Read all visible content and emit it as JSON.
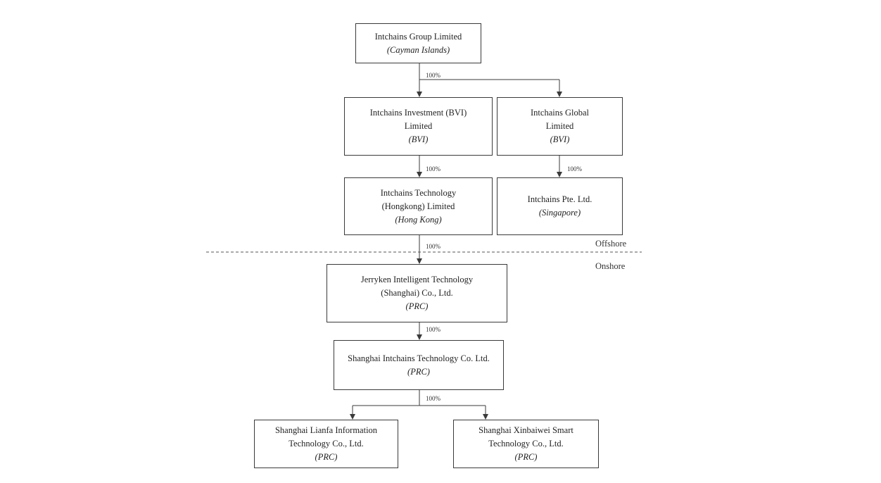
{
  "entities": {
    "cayman": {
      "name": "Intchains Group Limited",
      "location": "(Cayman Islands)"
    },
    "bvi_investment": {
      "name": "Intchains Investment (BVI) Limited",
      "location": "(BVI)"
    },
    "bvi_global": {
      "name": "Intchains Global Limited",
      "location": "(BVI)"
    },
    "hongkong": {
      "name": "Intchains Technology (Hongkong) Limited",
      "location": "(Hong Kong)"
    },
    "singapore": {
      "name": "Intchains Pte. Ltd.",
      "location": "(Singapore)"
    },
    "jerryken": {
      "name": "Jerryken Intelligent Technology (Shanghai) Co., Ltd.",
      "location": "(PRC)"
    },
    "shanghai_intchains": {
      "name": "Shanghai Intchains Technology Co. Ltd.",
      "location": "(PRC)"
    },
    "lianfa": {
      "name": "Shanghai Lianfa Information Technology Co., Ltd.",
      "location": "(PRC)"
    },
    "xinbaiwei": {
      "name": "Shanghai Xinbaiwei Smart Technology Co., Ltd.",
      "location": "(PRC)"
    }
  },
  "ownership": {
    "cayman_to_bvi": "100%",
    "investment_to_hongkong": "100%",
    "global_to_singapore": "100%",
    "hongkong_to_jerryken": "100%",
    "jerryken_to_shanghai": "100%",
    "shanghai_to_subsidiaries": "100%"
  },
  "zones": {
    "offshore": "Offshore",
    "onshore": "Onshore"
  },
  "colors": {
    "line": "#3a3a3a",
    "divider": "#555555"
  }
}
